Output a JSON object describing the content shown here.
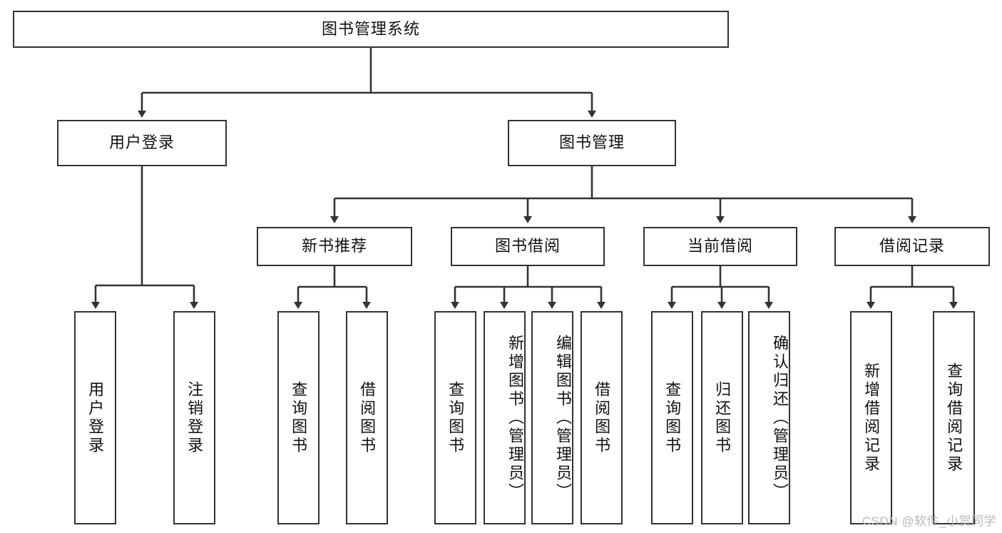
{
  "diagram": {
    "title": "图书管理系统",
    "type": "hierarchy-tree",
    "watermark": "CSDN @软件_小贺同学",
    "colors": {
      "box_border": "#333333",
      "box_fill": "#ffffff",
      "edge": "#333333",
      "text": "#111111",
      "watermark": "#b9b9b9",
      "background": "#ffffff"
    },
    "nodes": {
      "root": {
        "label": "图书管理系统"
      },
      "level1": [
        {
          "label": "用户登录"
        },
        {
          "label": "图书管理"
        }
      ],
      "level2": [
        {
          "label": "新书推荐"
        },
        {
          "label": "图书借阅"
        },
        {
          "label": "当前借阅"
        },
        {
          "label": "借阅记录"
        }
      ],
      "leaves": {
        "user_login": [
          {
            "label": "用户登录"
          },
          {
            "label": "注销登录"
          }
        ],
        "new_book_recommend": [
          {
            "label": "查询图书"
          },
          {
            "label": "借阅图书"
          }
        ],
        "book_borrow": [
          {
            "label": "查询图书"
          },
          {
            "label": "新增图书（管理员）"
          },
          {
            "label": "编辑图书（管理员）"
          },
          {
            "label": "借阅图书"
          }
        ],
        "current_borrow": [
          {
            "label": "查询图书"
          },
          {
            "label": "归还图书"
          },
          {
            "label": "确认归还（管理员）"
          }
        ],
        "borrow_record": [
          {
            "label": "新增借阅记录"
          },
          {
            "label": "查询借阅记录"
          }
        ]
      }
    }
  }
}
